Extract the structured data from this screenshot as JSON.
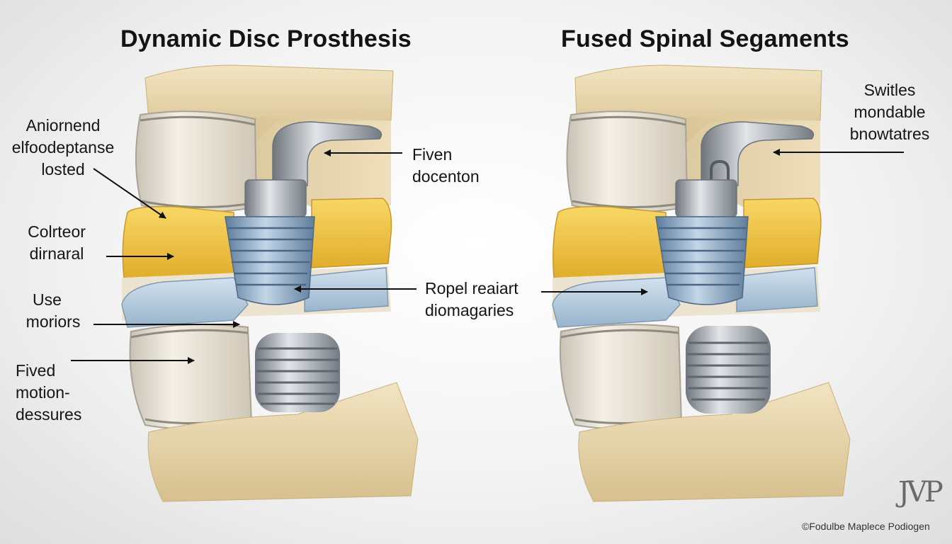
{
  "titles": {
    "left": "Dynamic Disc Prosthesis",
    "right": "Fused Spinal Segaments"
  },
  "left_labels": {
    "a": [
      "Aniornend",
      "elfoodeptanse",
      "losted"
    ],
    "b": [
      "Colrteor",
      "dirnaral"
    ],
    "c": [
      "Use",
      "moriors"
    ],
    "d": [
      "Fived",
      "motion-",
      "dessures"
    ]
  },
  "center_labels": {
    "a": [
      "Fiven",
      "docenton"
    ],
    "b": [
      "Ropel reaiart",
      "diomagaries"
    ]
  },
  "right_labels": {
    "a": [
      "Switles",
      "mondable",
      "bnowtatres"
    ]
  },
  "footer": {
    "logo": "JVP",
    "copyright": "©Fodulbe Maplece Podiogen"
  },
  "colors": {
    "bone": "#e6d3a9",
    "disc": "#ece6da",
    "yellow_layer": "#f2c545",
    "blue_layer": "#b6cbdd",
    "metal": "#a9aeb3",
    "implant_blue": "#8fb0cf"
  }
}
